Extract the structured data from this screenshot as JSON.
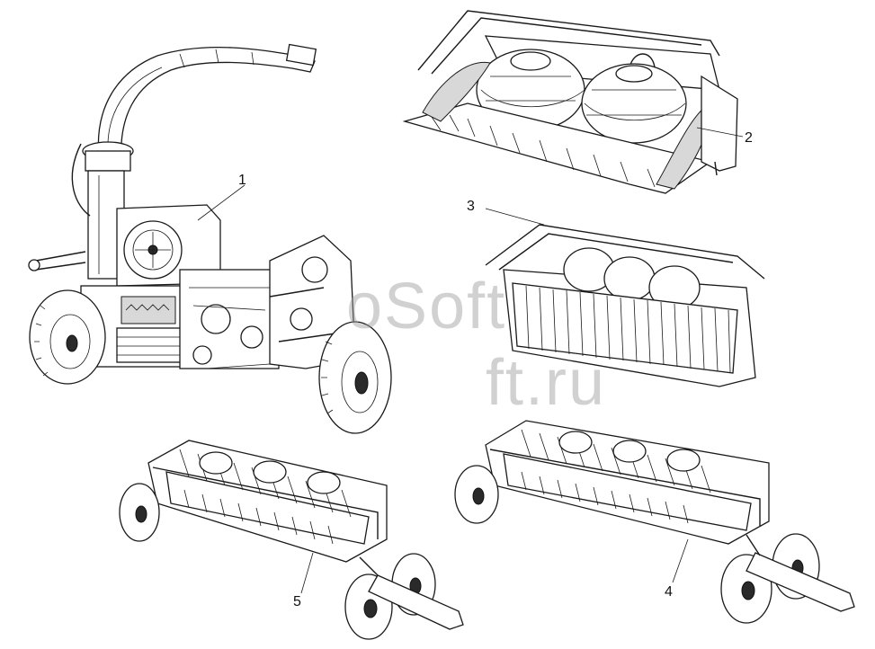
{
  "callouts": {
    "c1": "1",
    "c2": "2",
    "c3": "3",
    "c4": "4",
    "c5": "5"
  },
  "watermark": {
    "line1": "oSoft",
    "line2": "ft.ru"
  }
}
